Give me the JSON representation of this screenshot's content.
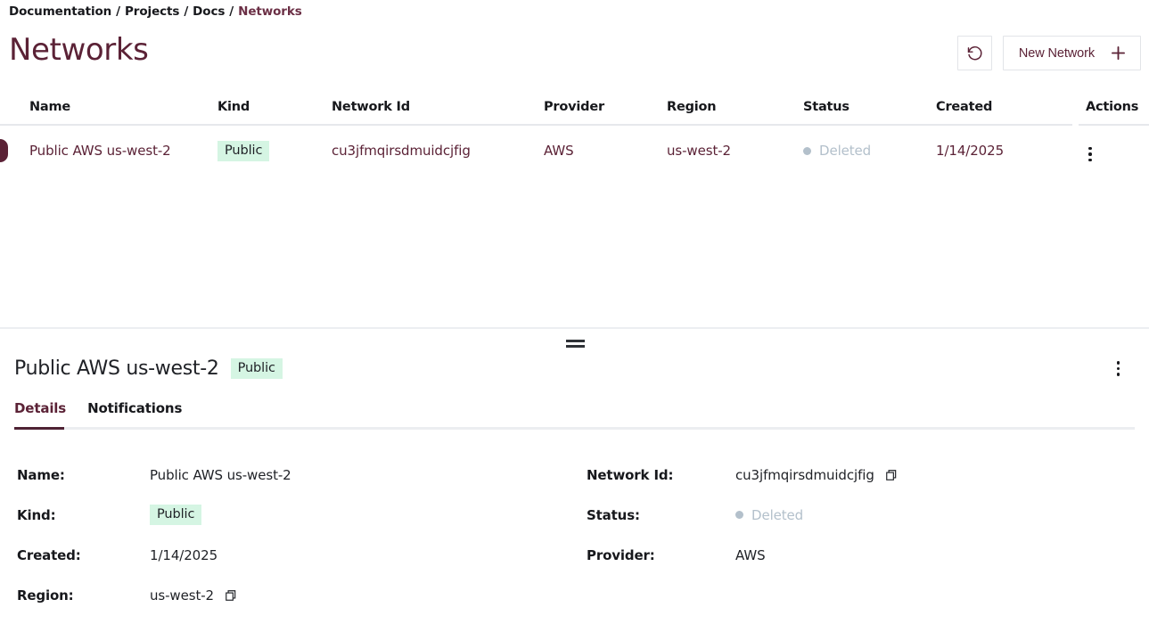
{
  "breadcrumb": {
    "separator": "/",
    "items": [
      {
        "label": "Documentation",
        "current": false
      },
      {
        "label": "Projects",
        "current": false
      },
      {
        "label": "Docs",
        "current": false
      },
      {
        "label": "Networks",
        "current": true
      }
    ]
  },
  "header": {
    "title": "Networks",
    "refresh_label": "Refresh",
    "new_network_label": "New Network",
    "refresh_icon": "refresh-ccw-icon",
    "plus_icon": "plus-icon"
  },
  "table": {
    "columns": [
      "Name",
      "Kind",
      "Network Id",
      "Provider",
      "Region",
      "Status",
      "Created",
      "Actions"
    ],
    "rows": [
      {
        "name": "Public AWS us-west-2",
        "kind": "Public",
        "network_id": "cu3jfmqirsdmuidcjfig",
        "provider": "AWS",
        "region": "us-west-2",
        "status": "Deleted",
        "created": "1/14/2025",
        "actions_icon": "kebab-menu-icon",
        "selected": true
      }
    ]
  },
  "splitter": {
    "handle_icon": "drag-handle-icon"
  },
  "detail": {
    "title": "Public AWS us-west-2",
    "badge": "Public",
    "menu_icon": "kebab-menu-icon",
    "tabs": [
      {
        "label": "Details",
        "active": true
      },
      {
        "label": "Notifications",
        "active": false
      }
    ],
    "fields_left": [
      {
        "label": "Name:",
        "value": "Public AWS us-west-2",
        "type": "text",
        "copy": false
      },
      {
        "label": "Kind:",
        "value": "Public",
        "type": "badge",
        "copy": false
      },
      {
        "label": "Created:",
        "value": "1/14/2025",
        "type": "text",
        "copy": false
      },
      {
        "label": "Region:",
        "value": "us-west-2",
        "type": "text",
        "copy": true
      }
    ],
    "fields_right": [
      {
        "label": "Network Id:",
        "value": "cu3jfmqirsdmuidcjfig",
        "type": "text",
        "copy": true
      },
      {
        "label": "Status:",
        "value": "Deleted",
        "type": "status",
        "copy": false
      },
      {
        "label": "Provider:",
        "value": "AWS",
        "type": "text",
        "copy": false
      }
    ],
    "copy_icon": "copy-icon"
  },
  "colors": {
    "accent": "#5b2236",
    "accent_dark": "#4e2234",
    "badge_bg": "#d5f5e3",
    "status_muted": "#b3c0cb",
    "rule": "#eceef1",
    "border": "#e2e4e8"
  }
}
